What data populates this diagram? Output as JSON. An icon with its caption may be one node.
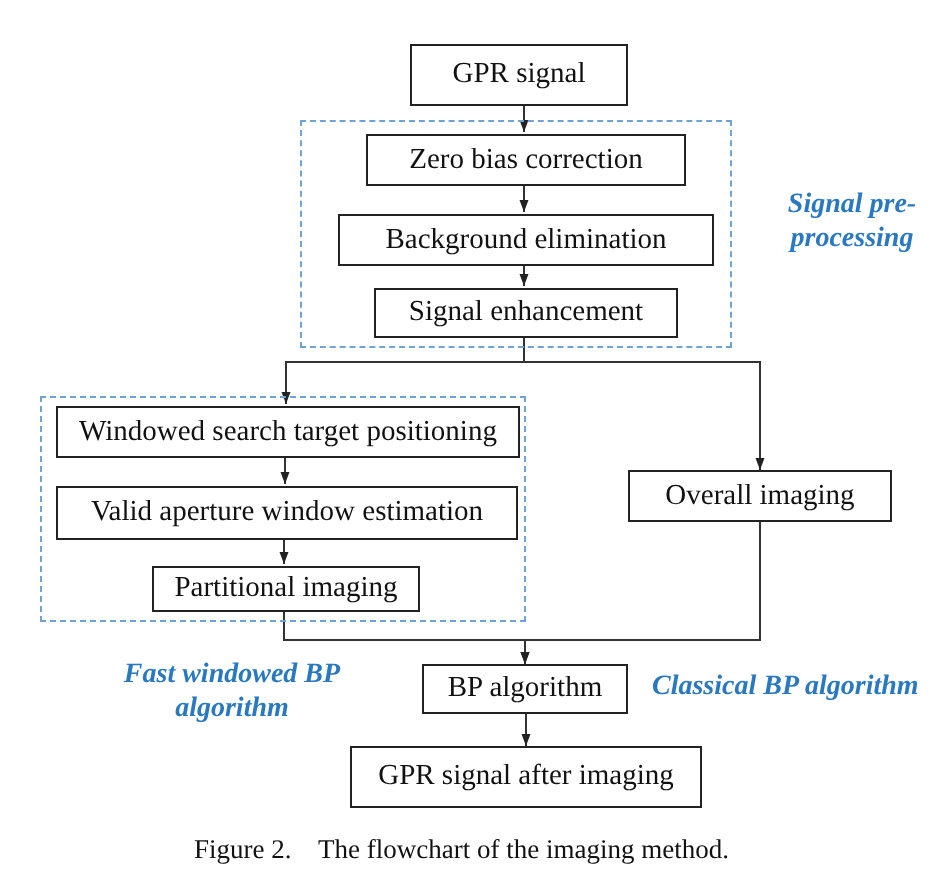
{
  "diagram": {
    "caption": "Figure 2.    The flowchart of the imaging method.",
    "nodes": [
      {
        "text": [
          "GPR signal"
        ]
      },
      {
        "text": [
          "Signal pre-processing"
        ]
      },
      {
        "text": [
          "Zero bias correction"
        ],
        "in": 1
      },
      {
        "text": [
          "Background elimination"
        ],
        "in": 1
      },
      {
        "text": [
          "Signal enhancement"
        ],
        "in": 1
      },
      {
        "text": [
          "Fast windowed BP algorithm"
        ]
      },
      {
        "text": [
          "Windowed search target positioning"
        ],
        "in": 5
      },
      {
        "text": [
          "Valid aperture window estimation"
        ],
        "in": 5
      },
      {
        "text": [
          "Partitional imaging"
        ],
        "in": 5
      },
      {
        "text": [
          "Overall imaging"
        ]
      },
      {
        "text": [
          "BP algorithm"
        ]
      },
      {
        "text": [
          "GPR signal after imaging"
        ]
      }
    ],
    "edges": [
      {
        "from": 0,
        "to": 2,
        "arrow": "to"
      },
      {
        "from": 2,
        "to": 3,
        "arrow": "to"
      },
      {
        "from": 3,
        "to": 4,
        "arrow": "to"
      },
      {
        "from": 4,
        "to": 6,
        "arrow": "to"
      },
      {
        "from": 4,
        "to": 9,
        "arrow": "to"
      },
      {
        "from": 6,
        "to": 7,
        "arrow": "to"
      },
      {
        "from": 7,
        "to": 8,
        "arrow": "to"
      },
      {
        "from": 8,
        "to": 10,
        "arrow": "to"
      },
      {
        "from": 9,
        "to": 10,
        "arrow": "to"
      },
      {
        "from": 10,
        "to": 11,
        "arrow": "to"
      }
    ],
    "labels": [
      "Classical BP algorithm"
    ]
  }
}
